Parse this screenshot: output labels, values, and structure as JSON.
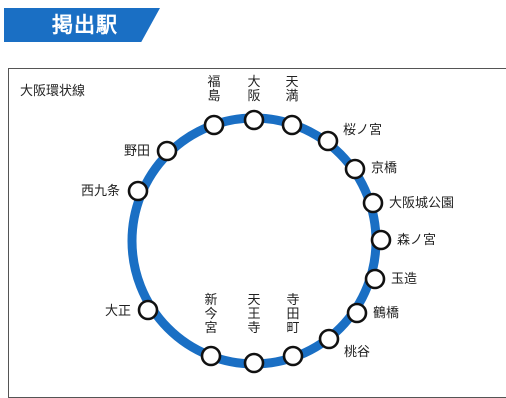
{
  "header": {
    "title": "掲出駅"
  },
  "map": {
    "line_name": "大阪環状線",
    "line_color": "#1a6fc4",
    "stations": [
      {
        "name": "大阪"
      },
      {
        "name": "天満"
      },
      {
        "name": "桜ノ宮"
      },
      {
        "name": "京橋"
      },
      {
        "name": "大阪城公園"
      },
      {
        "name": "森ノ宮"
      },
      {
        "name": "玉造"
      },
      {
        "name": "鶴橋"
      },
      {
        "name": "桃谷"
      },
      {
        "name": "寺田町"
      },
      {
        "name": "天王寺"
      },
      {
        "name": "新今宮"
      },
      {
        "name": "大正"
      },
      {
        "name": "西九条"
      },
      {
        "name": "野田"
      },
      {
        "name": "福島"
      }
    ]
  }
}
